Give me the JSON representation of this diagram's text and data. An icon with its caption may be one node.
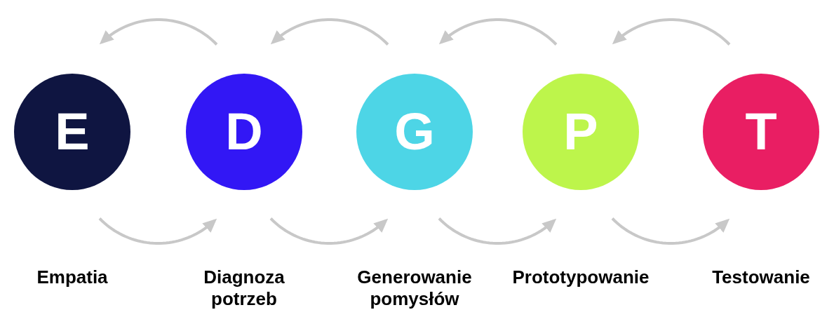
{
  "diagram": {
    "nodes": [
      {
        "text": [
          "E"
        ]
      },
      {
        "text": [
          "D"
        ]
      },
      {
        "text": [
          "G"
        ]
      },
      {
        "text": [
          "P"
        ]
      },
      {
        "text": [
          "T"
        ]
      }
    ],
    "edges": [
      {
        "from": 1,
        "to": 0,
        "arrow": "to"
      },
      {
        "from": 2,
        "to": 1,
        "arrow": "to"
      },
      {
        "from": 3,
        "to": 2,
        "arrow": "to"
      },
      {
        "from": 4,
        "to": 3,
        "arrow": "to"
      },
      {
        "from": 0,
        "to": 1,
        "arrow": "to"
      },
      {
        "from": 1,
        "to": 2,
        "arrow": "to"
      },
      {
        "from": 2,
        "to": 3,
        "arrow": "to"
      },
      {
        "from": 3,
        "to": 4,
        "arrow": "to"
      }
    ],
    "labels": [
      "Empatia",
      "Diagnoza potrzeb",
      "Generowanie pomysłów",
      "Prototypowanie",
      "Testowanie"
    ]
  }
}
